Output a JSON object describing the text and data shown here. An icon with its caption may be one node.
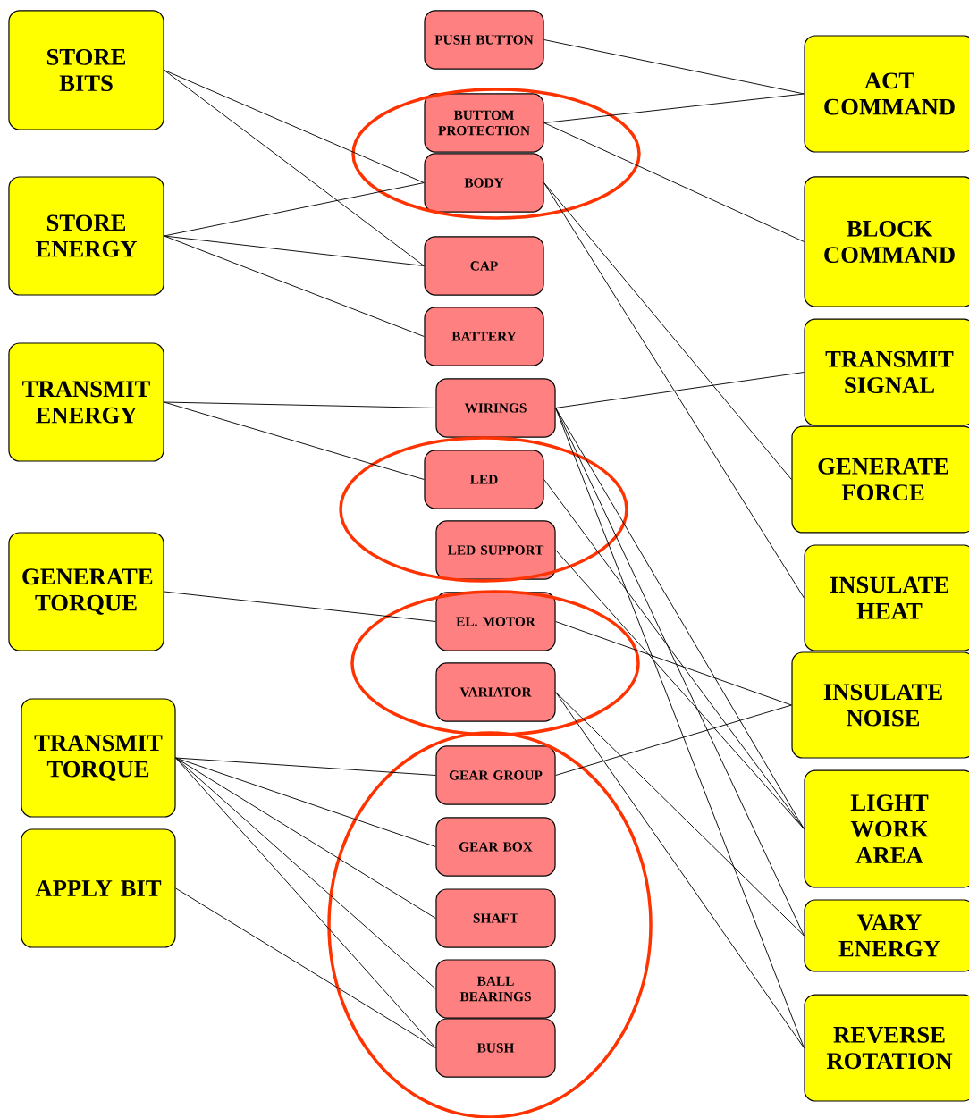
{
  "diagram": {
    "nodes": [
      {
        "text": [
          "STORE BITS"
        ]
      },
      {
        "text": [
          "STORE ENERGY"
        ]
      },
      {
        "text": [
          "TRANSMIT ENERGY"
        ]
      },
      {
        "text": [
          "GENERATE TORQUE"
        ]
      },
      {
        "text": [
          "TRANSMIT TORQUE"
        ]
      },
      {
        "text": [
          "APPLY BIT"
        ]
      },
      {
        "text": [
          "PUSH BUTTON"
        ]
      },
      {
        "text": [
          "BUTTOM PROTECTION"
        ]
      },
      {
        "text": [
          "BODY"
        ]
      },
      {
        "text": [
          "CAP"
        ]
      },
      {
        "text": [
          "BATTERY"
        ]
      },
      {
        "text": [
          "WIRINGS"
        ]
      },
      {
        "text": [
          "LED"
        ]
      },
      {
        "text": [
          "LED SUPPORT"
        ]
      },
      {
        "text": [
          "EL. MOTOR"
        ]
      },
      {
        "text": [
          "VARIATOR"
        ]
      },
      {
        "text": [
          "GEAR GROUP"
        ]
      },
      {
        "text": [
          "GEAR BOX"
        ]
      },
      {
        "text": [
          "SHAFT"
        ]
      },
      {
        "text": [
          "BALL BEARINGS"
        ]
      },
      {
        "text": [
          "BUSH"
        ]
      },
      {
        "text": [
          "ACT COMMAND"
        ]
      },
      {
        "text": [
          "BLOCK COMMAND"
        ]
      },
      {
        "text": [
          "TRANSMIT SIGNAL"
        ]
      },
      {
        "text": [
          "GENERATE FORCE"
        ]
      },
      {
        "text": [
          "INSULATE HEAT"
        ]
      },
      {
        "text": [
          "INSULATE NOISE"
        ]
      },
      {
        "text": [
          "LIGHT WORK AREA"
        ]
      },
      {
        "text": [
          "VARY ENERGY"
        ]
      },
      {
        "text": [
          "REVERSE ROTATION"
        ]
      }
    ],
    "edges": [
      {
        "from": 0,
        "to": 8,
        "arrow": "none"
      },
      {
        "from": 0,
        "to": 9,
        "arrow": "none"
      },
      {
        "from": 1,
        "to": 8,
        "arrow": "none"
      },
      {
        "from": 1,
        "to": 9,
        "arrow": "none"
      },
      {
        "from": 1,
        "to": 10,
        "arrow": "none"
      },
      {
        "from": 2,
        "to": 11,
        "arrow": "none"
      },
      {
        "from": 2,
        "to": 12,
        "arrow": "none"
      },
      {
        "from": 3,
        "to": 14,
        "arrow": "none"
      },
      {
        "from": 4,
        "to": 16,
        "arrow": "none"
      },
      {
        "from": 4,
        "to": 17,
        "arrow": "none"
      },
      {
        "from": 4,
        "to": 18,
        "arrow": "none"
      },
      {
        "from": 4,
        "to": 19,
        "arrow": "none"
      },
      {
        "from": 4,
        "to": 20,
        "arrow": "none"
      },
      {
        "from": 5,
        "to": 20,
        "arrow": "none"
      },
      {
        "from": 6,
        "to": 21,
        "arrow": "none"
      },
      {
        "from": 7,
        "to": 21,
        "arrow": "none"
      },
      {
        "from": 7,
        "to": 22,
        "arrow": "none"
      },
      {
        "from": 8,
        "to": 24,
        "arrow": "none"
      },
      {
        "from": 8,
        "to": 25,
        "arrow": "none"
      },
      {
        "from": 11,
        "to": 23,
        "arrow": "none"
      },
      {
        "from": 11,
        "to": 27,
        "arrow": "none"
      },
      {
        "from": 11,
        "to": 28,
        "arrow": "none"
      },
      {
        "from": 11,
        "to": 29,
        "arrow": "none"
      },
      {
        "from": 12,
        "to": 27,
        "arrow": "none"
      },
      {
        "from": 13,
        "to": 27,
        "arrow": "none"
      },
      {
        "from": 14,
        "to": 26,
        "arrow": "none"
      },
      {
        "from": 16,
        "to": 26,
        "arrow": "none"
      },
      {
        "from": 15,
        "to": 28,
        "arrow": "none"
      },
      {
        "from": 15,
        "to": 29,
        "arrow": "none"
      }
    ]
  }
}
